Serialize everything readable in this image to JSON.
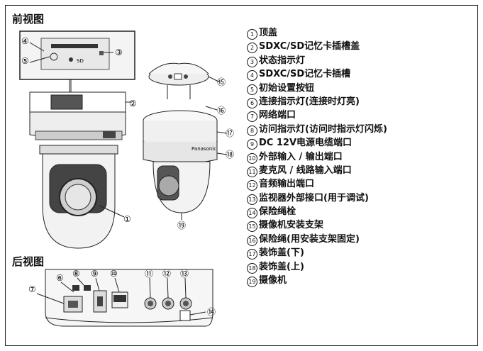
{
  "front_view_title": "前视图",
  "rear_view_title": "后视图",
  "labels": [
    {
      "num": "1",
      "text": "顶盖"
    },
    {
      "num": "2",
      "text": "SDXC/SD记忆卡插槽盖"
    },
    {
      "num": "3",
      "text": "状态指示灯"
    },
    {
      "num": "4",
      "text": "SDXC/SD记忆卡插槽"
    },
    {
      "num": "5",
      "text": "初始设置按钮"
    },
    {
      "num": "6",
      "text": "连接指示灯(连接时灯亮)"
    },
    {
      "num": "7",
      "text": "网络端口"
    },
    {
      "num": "8",
      "text": "访问指示灯(访问时指示灯闪烁)"
    },
    {
      "num": "9",
      "text": "DC 12V电源电缆端口"
    },
    {
      "num": "10",
      "text": "外部输入 / 输出端口"
    },
    {
      "num": "11",
      "text": "麦克风 / 线路输入端口"
    },
    {
      "num": "12",
      "text": "音频输出端口"
    },
    {
      "num": "13",
      "text": "监视器外部接口(用于调试)"
    },
    {
      "num": "14",
      "text": "保险绳栓"
    },
    {
      "num": "15",
      "text": "摄像机安装支架"
    },
    {
      "num": "16",
      "text": "保险绳(用安装支架固定)"
    },
    {
      "num": "17",
      "text": "装饰盖(下)"
    },
    {
      "num": "18",
      "text": "装饰盖(上)"
    },
    {
      "num": "19",
      "text": "摄像机"
    }
  ],
  "camera_brand": "Panasonic"
}
